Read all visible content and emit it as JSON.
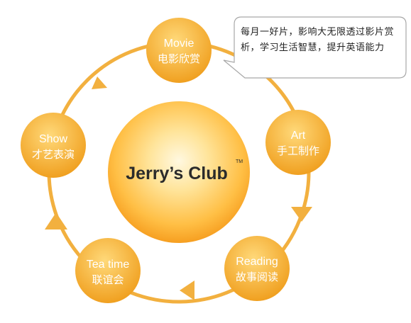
{
  "center": {
    "title": "Jerry’s Club",
    "trademark": "TM"
  },
  "nodes": [
    {
      "id": "movie",
      "en": "Movie",
      "zh": "电影欣赏"
    },
    {
      "id": "art",
      "en": "Art",
      "zh": "手工制作"
    },
    {
      "id": "reading",
      "en": "Reading",
      "zh": "故事阅读"
    },
    {
      "id": "tea",
      "en": "Tea time",
      "zh": "联谊会"
    },
    {
      "id": "show",
      "en": "Show",
      "zh": "才艺表演"
    }
  ],
  "callout": {
    "text": "每月一好片，影响大无限透过影片赏析，学习生活智慧，提升英语能力"
  },
  "colors": {
    "ring": "#f2b03f",
    "node_light": "#ffd56b",
    "node_dark": "#f0a020",
    "center_light": "#fff6d6",
    "center_mid": "#ffd36e",
    "center_dark": "#f59a1b",
    "callout_border": "#a8a8a8"
  }
}
